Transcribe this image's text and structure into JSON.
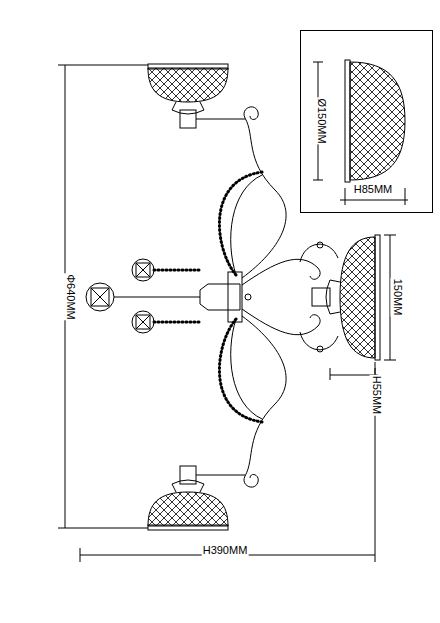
{
  "diagram": {
    "nodes": [
      {
        "text": [
          "Ø150MM",
          "H85MM"
        ]
      }
    ],
    "labels": [
      "Φ640MM",
      "150MM",
      "H55MM",
      "H390MM"
    ]
  }
}
